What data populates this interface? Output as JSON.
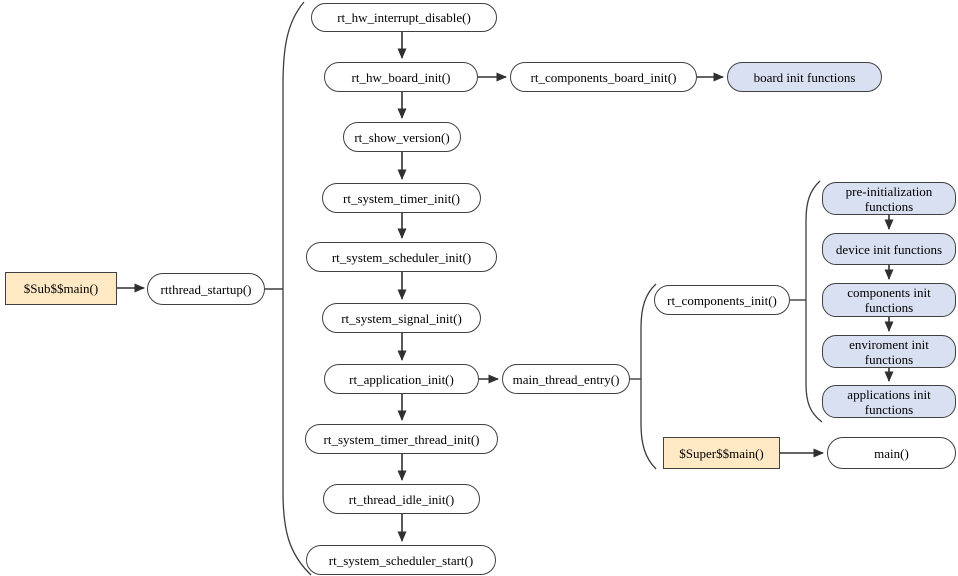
{
  "diagram": {
    "entry": {
      "sub_main": "$Sub$$main()",
      "rtthread_startup": "rtthread_startup()"
    },
    "startup_sequence": [
      "rt_hw_interrupt_disable()",
      "rt_hw_board_init()",
      "rt_show_version()",
      "rt_system_timer_init()",
      "rt_system_scheduler_init()",
      "rt_system_signal_init()",
      "rt_application_init()",
      "rt_system_timer_thread_init()",
      "rt_thread_idle_init()",
      "rt_system_scheduler_start()"
    ],
    "board_init_branch": {
      "rt_components_board_init": "rt_components_board_init()",
      "board_init_functions": "board init functions"
    },
    "main_thread_branch": {
      "main_thread_entry": "main_thread_entry()",
      "rt_components_init": "rt_components_init()",
      "super_main": "$Super$$main()",
      "main": "main()"
    },
    "components_init_sequence": [
      "pre-initialization functions",
      "device init functions",
      "components init functions",
      "enviroment init functions",
      "applications init functions"
    ],
    "colors": {
      "entry_fill": "#ffe9c4",
      "group_fill": "#d9e0f1",
      "node_fill": "#ffffff",
      "stroke": "#404040"
    }
  }
}
